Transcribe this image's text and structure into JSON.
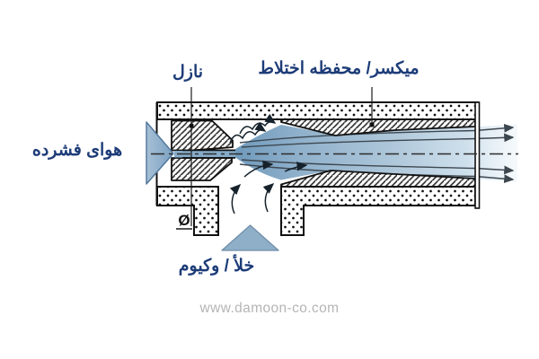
{
  "title": "Venturi ejector vacuum generator cross-section diagram",
  "labels": {
    "nozzle": "نازل",
    "mixer": "میکسر/ محفظه اختلاط",
    "compressed_air": "هوای فشرده",
    "vacuum": "خلأ / وکیوم"
  },
  "symbols": {
    "diameter": "Ø"
  },
  "watermark": "www.damoon-co.com",
  "diagram": {
    "parts": [
      "compressed-air-inlet-arrow",
      "nozzle",
      "nozzle-orifice-diameter-callout",
      "vacuum-suction-port",
      "mixing-chamber-diffuser",
      "outlet-jet-arrows",
      "centerline"
    ]
  },
  "colors": {
    "label_text": "#1d3c78",
    "jet_blue_dark": "#6f9abc",
    "jet_blue_light": "#e8f1f7",
    "inlet_arrow_blue": "#8aabc8",
    "vacuum_arrow_blue": "#8fafc8",
    "outline_black": "#111111",
    "streamline_gray": "#55releases6b7a",
    "watermark_gray": "#b5b5b5"
  }
}
